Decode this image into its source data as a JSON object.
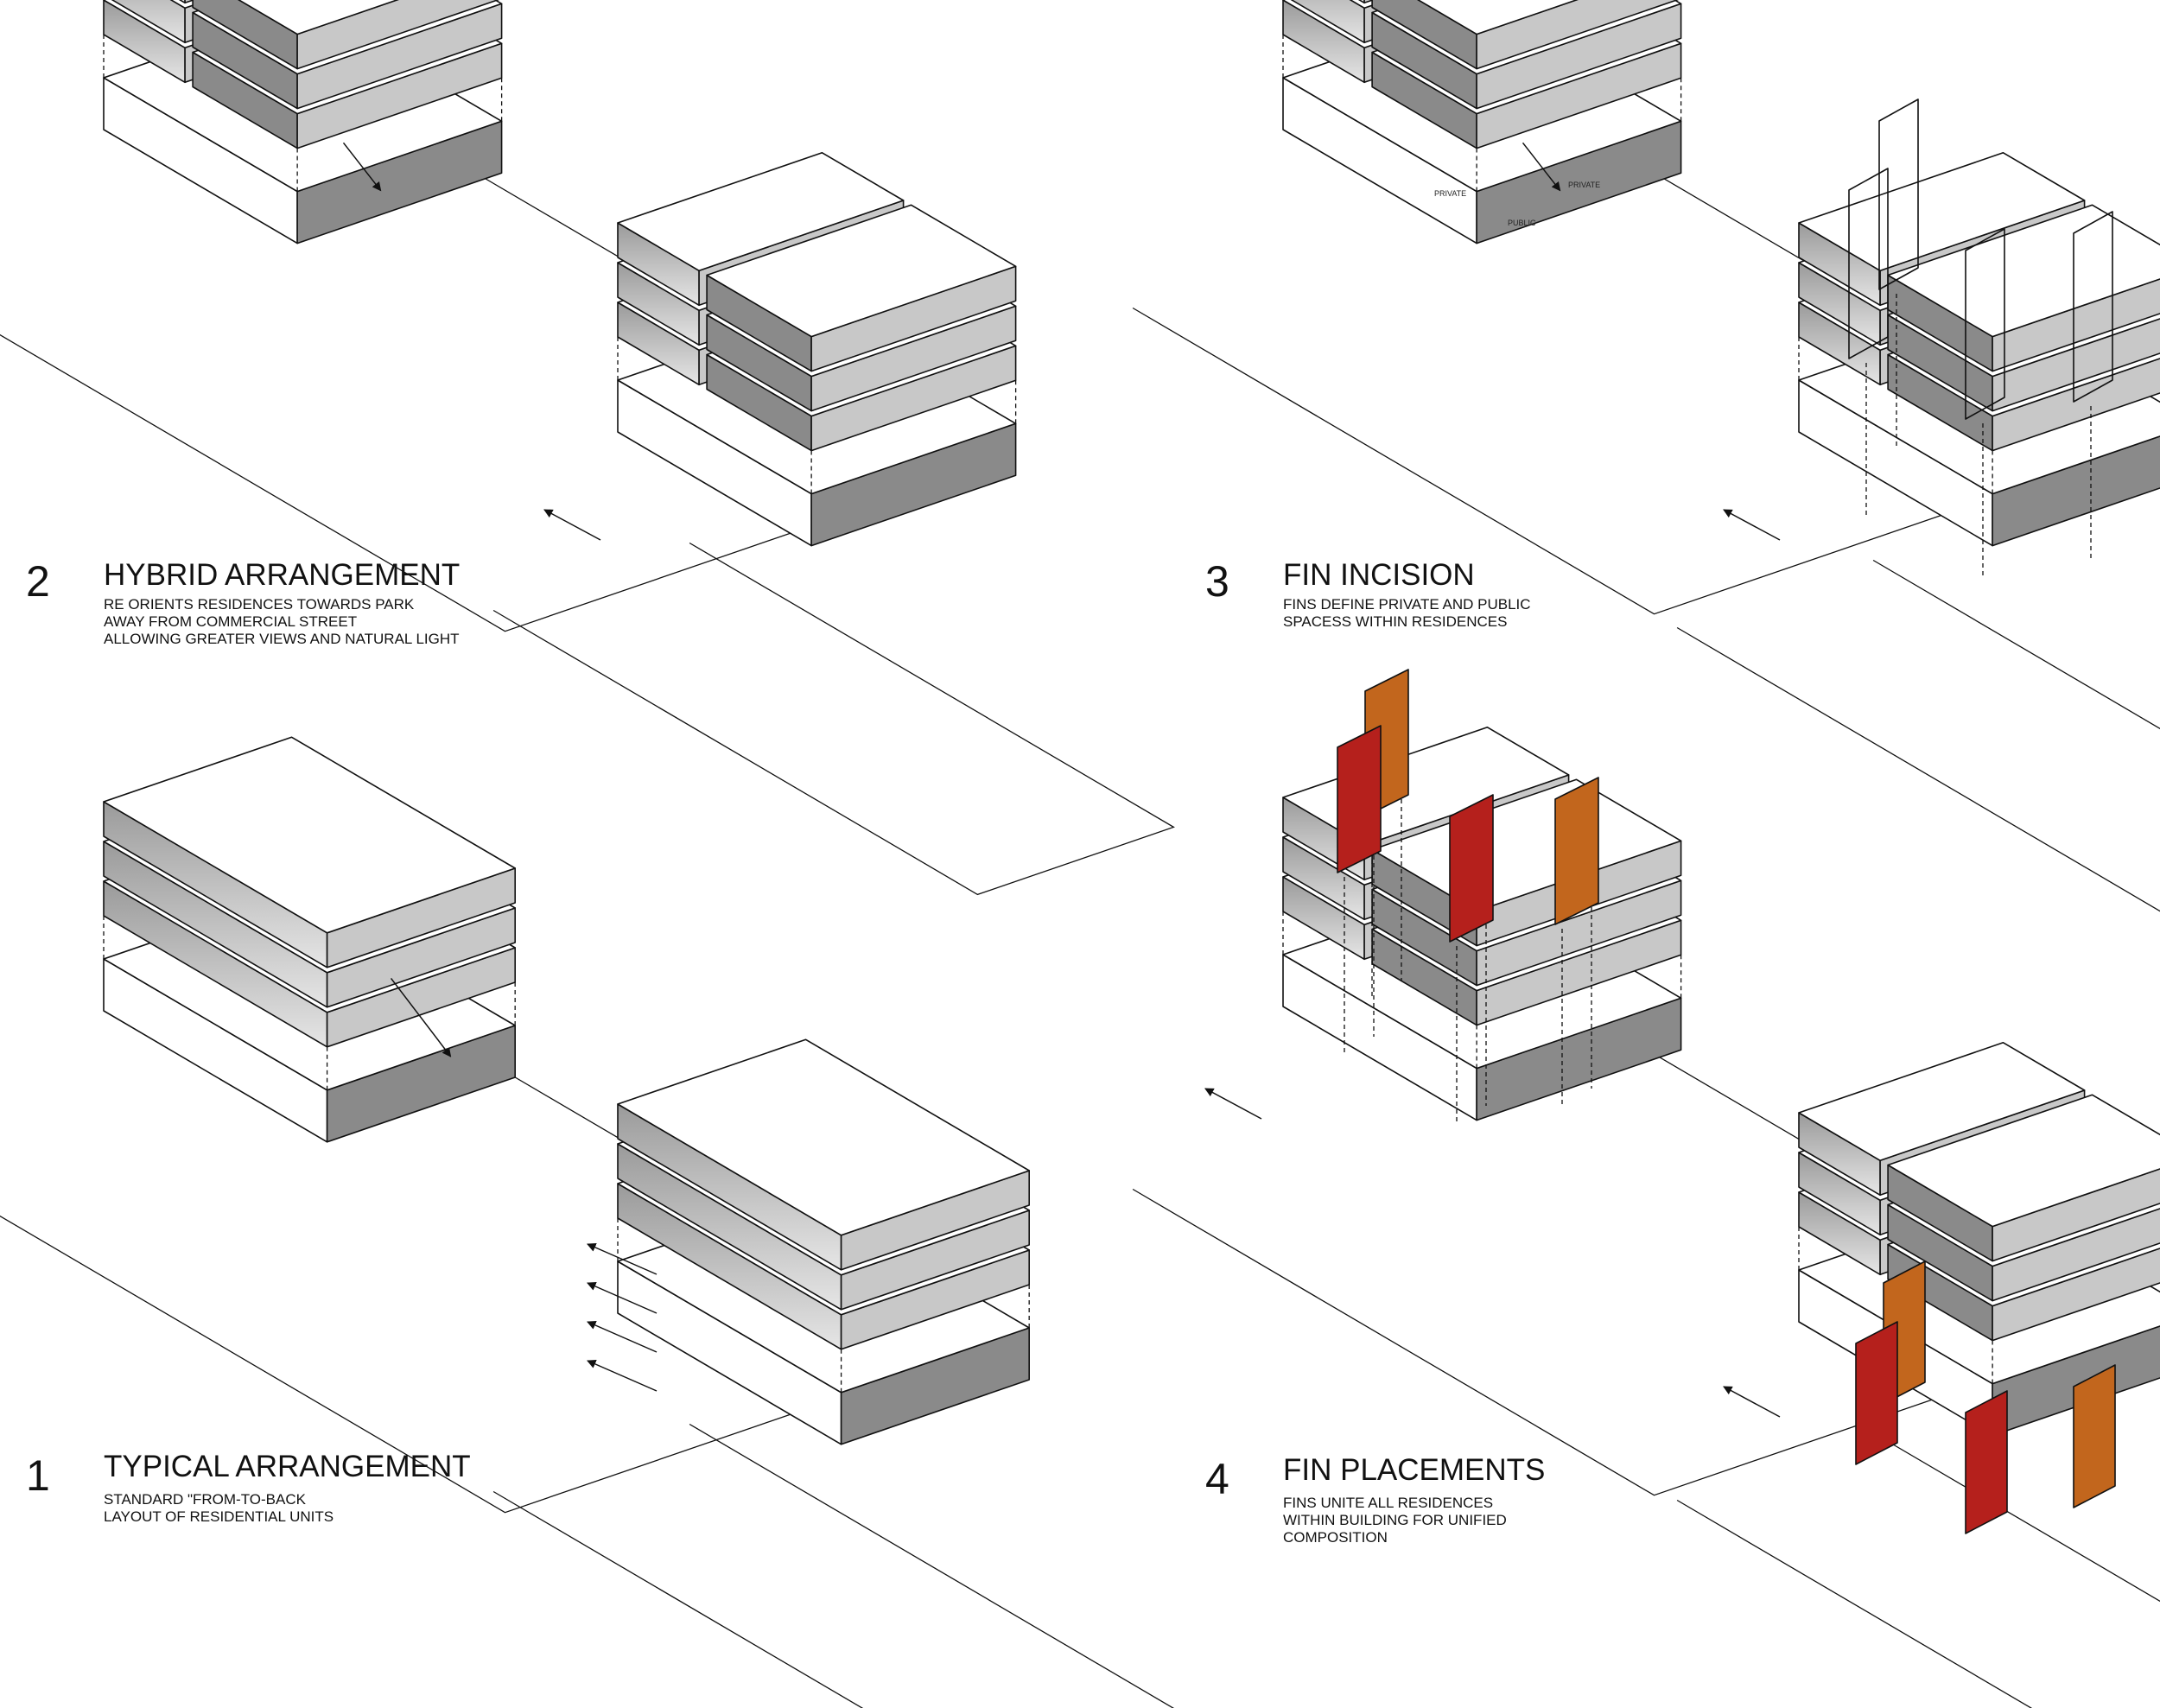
{
  "panels": [
    {
      "id": "typical",
      "number": "1",
      "title": "TYPICAL ARRANGEMENT",
      "description": [
        "STANDARD \"FROM-TO-BACK",
        "LAYOUT OF RESIDENTIAL UNITS"
      ]
    },
    {
      "id": "hybrid",
      "number": "2",
      "title": "HYBRID ARRANGEMENT",
      "description": [
        "RE ORIENTS RESIDENCES TOWARDS PARK",
        "AWAY FROM COMMERCIAL STREET",
        "ALLOWING GREATER VIEWS AND NATURAL LIGHT"
      ]
    },
    {
      "id": "incision",
      "number": "3",
      "title": "FIN  INCISION",
      "description": [
        " FINS DEFINE PRIVATE AND PUBLIC",
        "SPACESS WITHIN RESIDENCES"
      ]
    },
    {
      "id": "placements",
      "number": "4",
      "title": "FIN  PLACEMENTS",
      "description": [
        "FINS UNITE ALL RESIDENCES",
        "WITHIN BUILDING FOR UNIFIED",
        "COMPOSITION"
      ]
    }
  ],
  "roof_labels": {
    "private_left": "PRIVATE",
    "private_right": "PRIVATE",
    "public": "PUBLIC"
  },
  "colors": {
    "fin_red": "#b5201c",
    "fin_orange": "#c2661d",
    "dark_face": "#8a8a8a",
    "mid_face": "#c8c8c8",
    "light_face": "#ffffff",
    "line": "#111111"
  }
}
